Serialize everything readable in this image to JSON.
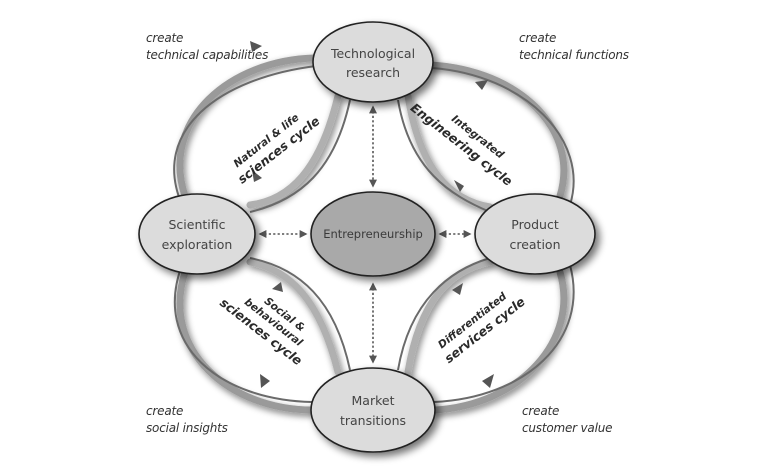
{
  "diagram": {
    "nodes": {
      "top": {
        "line1": "Technological",
        "line2": "research"
      },
      "left": {
        "line1": "Scientific",
        "line2": "exploration"
      },
      "center": {
        "label": "Entrepreneurship"
      },
      "right": {
        "line1": "Product",
        "line2": "creation"
      },
      "bottom": {
        "line1": "Market",
        "line2": "transitions"
      }
    },
    "cycles": {
      "top_left": {
        "line1": "Natural & life",
        "line2": "sciences cycle"
      },
      "top_right": {
        "line1": "Integrated",
        "line2": "Engineering cycle"
      },
      "bottom_left": {
        "line1": "Social &",
        "line2": "behavioural",
        "line3": "sciences cycle"
      },
      "bottom_right": {
        "line1": "Differentiated",
        "line2": "services cycle"
      }
    },
    "corner_notes": {
      "top_left": {
        "line1": "create",
        "line2": "technical capabilities"
      },
      "top_right": {
        "line1": "create",
        "line2": "technical functions"
      },
      "bottom_left": {
        "line1": "create",
        "line2": "social insights"
      },
      "bottom_right": {
        "line1": "create",
        "line2": "customer value"
      }
    },
    "colors": {
      "node_fill": "#dcdcdc",
      "center_fill": "#a9a9a9",
      "stroke": "#222222",
      "arc": "#8a8a8a"
    }
  }
}
